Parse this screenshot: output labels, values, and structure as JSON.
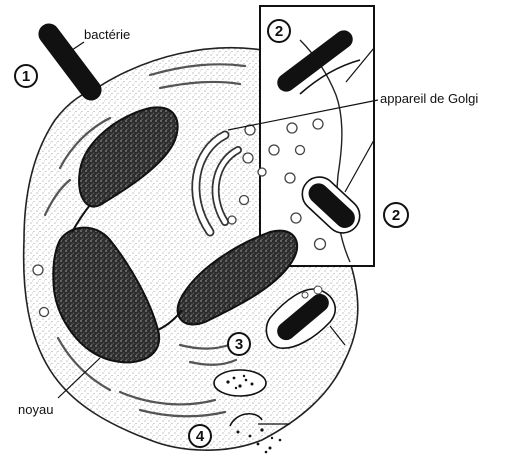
{
  "labels": {
    "bacterie": "bactérie",
    "golgi": "appareil de Golgi",
    "noyau": "noyau"
  },
  "steps": {
    "s1": "1",
    "s2a": "2",
    "s2b": "2",
    "s3": "3",
    "s4": "4"
  }
}
